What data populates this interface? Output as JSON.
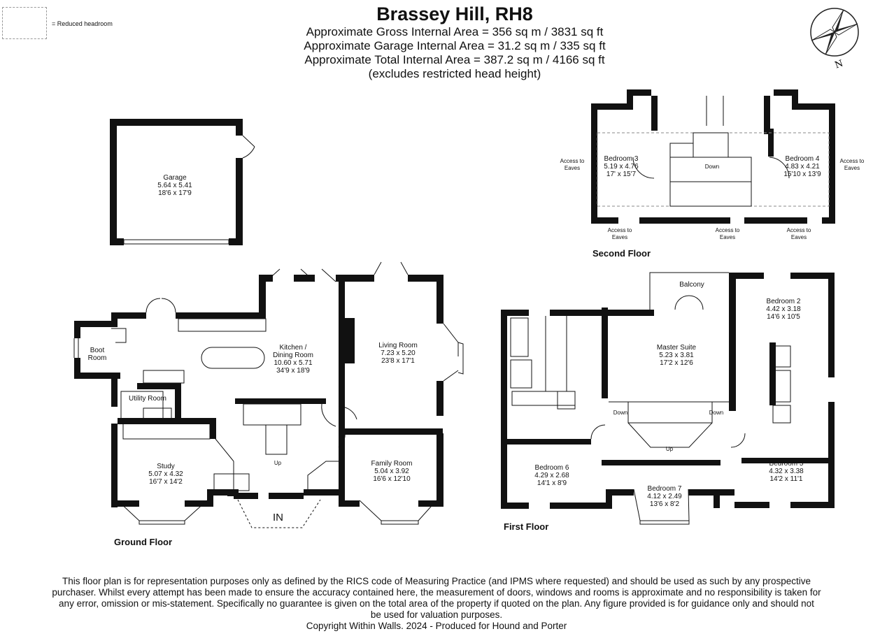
{
  "header": {
    "title": "Brassey Hill, RH8",
    "lines": [
      "Approximate Gross Internal Area = 356 sq m / 3831 sq ft",
      "Approximate Garage Internal Area = 31.2 sq m / 335 sq ft",
      "Approximate Total Internal Area = 387.2 sq m / 4166 sq ft",
      "(excludes restricted head height)"
    ]
  },
  "legend": {
    "text": "= Reduced headroom"
  },
  "compass": {
    "label": "N"
  },
  "floors": {
    "ground": "Ground Floor",
    "first": "First Floor",
    "second": "Second Floor"
  },
  "rooms": {
    "garage": {
      "name": "Garage",
      "metric": "5.64 x 5.41",
      "imperial": "18'6 x 17'9"
    },
    "boot": {
      "name": "Boot",
      "name2": "Room"
    },
    "kitchen": {
      "name": "Kitchen /",
      "name2": "Dining Room",
      "metric": "10.60 x 5.71",
      "imperial": "34'9 x 18'9"
    },
    "living": {
      "name": "Living Room",
      "metric": "7.23 x 5.20",
      "imperial": "23'8 x 17'1"
    },
    "utility": {
      "name": "Utility Room"
    },
    "study": {
      "name": "Study",
      "metric": "5.07 x 4.32",
      "imperial": "16'7 x 14'2"
    },
    "family": {
      "name": "Family Room",
      "metric": "5.04 x 3.92",
      "imperial": "16'6 x 12'10"
    },
    "entry": {
      "label": "IN",
      "up": "Up"
    },
    "bed3": {
      "name": "Bedroom 3",
      "metric": "5.19 x 4.76",
      "imperial": "17' x 15'7"
    },
    "bed4": {
      "name": "Bedroom 4",
      "metric": "4.83 x 4.21",
      "imperial": "15'10 x 13'9"
    },
    "eaves": "Access to",
    "eaves2": "Eaves",
    "stair_down": "Down",
    "balcony": {
      "name": "Balcony"
    },
    "bed2": {
      "name": "Bedroom 2",
      "metric": "4.42 x 3.18",
      "imperial": "14'6 x 10'5"
    },
    "master": {
      "name": "Master Suite",
      "metric": "5.23 x 3.81",
      "imperial": "17'2 x 12'6"
    },
    "bed6": {
      "name": "Bedroom 6",
      "metric": "4.29 x 2.68",
      "imperial": "14'1 x 8'9"
    },
    "bed7": {
      "name": "Bedroom 7",
      "metric": "4.12 x 2.49",
      "imperial": "13'6 x 8'2"
    },
    "bed5": {
      "name": "Bedroom 5",
      "metric": "4.32 x 3.38",
      "imperial": "14'2 x 11'1"
    },
    "first_down_left": "Down",
    "first_down_right": "Down",
    "first_up": "Up"
  },
  "footer": {
    "line1": "This floor plan is for representation purposes only as defined by the RICS code of Measuring Practice (and IPMS where requested) and should be used as such by any prospective",
    "line2": "purchaser. Whilst every attempt has been made to ensure the accuracy contained here, the measurement of doors, windows and rooms is approximate and no responsibility is taken for",
    "line3": "any error, omission or mis-statement. Specifically no guarantee is given on the total area of the property if quoted on the plan. Any figure provided is for guidance only and should not",
    "line4": "be used for valuation purposes.",
    "copyright": "Copyright Within Walls. 2024 - Produced for Hound and Porter"
  }
}
